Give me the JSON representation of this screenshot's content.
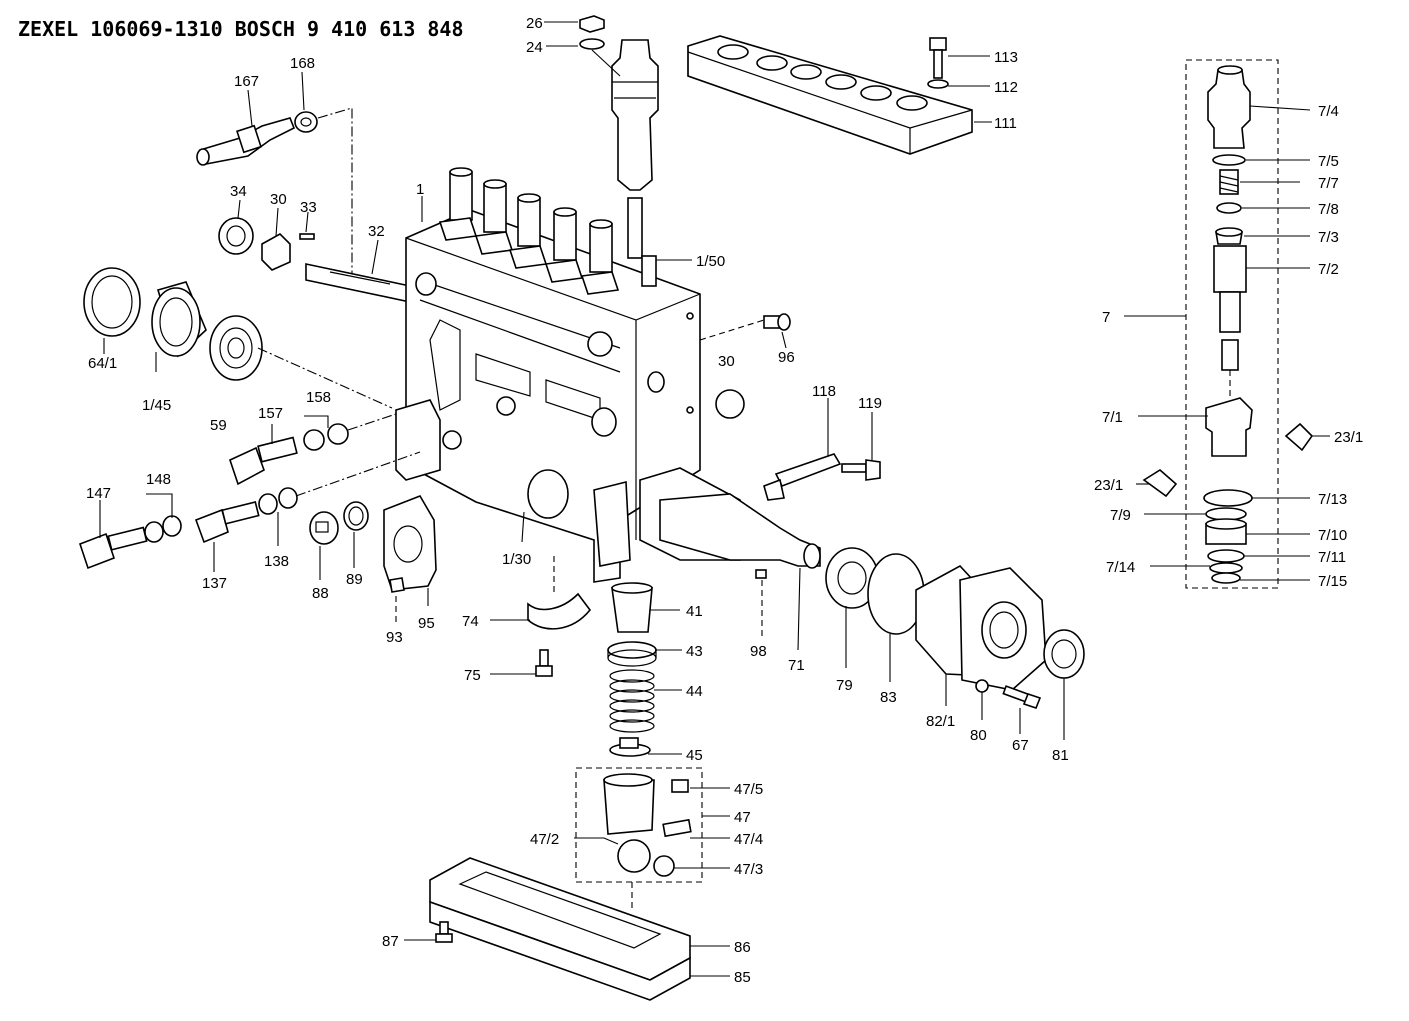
{
  "title": "ZEXEL  106069-1310  BOSCH  9 410 613 848",
  "labels": {
    "p26": "26",
    "p24": "24",
    "p113": "113",
    "p112": "112",
    "p111": "111",
    "p167": "167",
    "p168": "168",
    "p34": "34",
    "p30a": "30",
    "p33": "33",
    "p1": "1",
    "p32": "32",
    "p1_50": "1/50",
    "p64_1": "64/1",
    "p1_45": "1/45",
    "p59": "59",
    "p96": "96",
    "p30b": "30",
    "p157": "157",
    "p158": "158",
    "p118": "118",
    "p119": "119",
    "p147": "147",
    "p148": "148",
    "p137": "137",
    "p138": "138",
    "p88": "88",
    "p89": "89",
    "p93": "93",
    "p95": "95",
    "p1_30": "1/30",
    "p74": "74",
    "p75": "75",
    "p41": "41",
    "p43": "43",
    "p44": "44",
    "p45": "45",
    "p98": "98",
    "p71": "71",
    "p79": "79",
    "p83": "83",
    "p82_1": "82/1",
    "p80": "80",
    "p67": "67",
    "p81": "81",
    "p47_5": "47/5",
    "p47": "47",
    "p47_4": "47/4",
    "p47_2": "47/2",
    "p47_3": "47/3",
    "p87": "87",
    "p86": "86",
    "p85": "85",
    "p7_4": "7/4",
    "p7_5": "7/5",
    "p7_7": "7/7",
    "p7_8": "7/8",
    "p7_3": "7/3",
    "p7_2": "7/2",
    "p7": "7",
    "p7_1": "7/1",
    "p23_1a": "23/1",
    "p23_1b": "23/1",
    "p7_13": "7/13",
    "p7_9": "7/9",
    "p7_10": "7/10",
    "p7_11": "7/11",
    "p7_14": "7/14",
    "p7_15": "7/15"
  }
}
